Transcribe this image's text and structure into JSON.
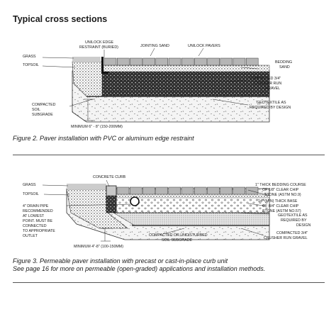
{
  "page": {
    "title": "Typical cross sections"
  },
  "figure2": {
    "caption": "Figure 2. Paver installation with PVC or aluminum edge restraint",
    "labels": {
      "grass": "GRASS",
      "topsoil": "TOPSOIL",
      "edge_restraint_1": "UNILOCK EDGE",
      "edge_restraint_2": "RESTRAINT (BURIED)",
      "jointing_sand": "JOINTING SAND",
      "pavers": "UNILOCK PAVERS",
      "bedding_1": "BEDDING",
      "bedding_2": "SAND",
      "gravel_1": "COMPACTED 3/4\"",
      "gravel_2": "CRUSHER RUN",
      "gravel_3": "GRAVEL",
      "subgrade_1": "COMPACTED",
      "subgrade_2": "SOIL",
      "subgrade_3": "SUBGRADE",
      "geotextile_1": "GEOTEXTILE AS",
      "geotextile_2": "REQUIRED BY DESIGN",
      "minimum": "MINIMUM 6\" - 8\" (150-200MM)"
    }
  },
  "figure3": {
    "caption": "Figure 3. Permeable paver installation with precast or cast-in-place curb unit",
    "note": "See page 16 for more on permeable (open-graded) applications and installation methods.",
    "labels": {
      "curb": "CONCRETE CURB",
      "grass": "GRASS",
      "topsoil": "TOPSOIL",
      "drain_1": "4\" DRAIN PIPE",
      "drain_2": "RECOMMENDED",
      "drain_3": "AT LOWEST",
      "drain_4": "POINT. MUST BE",
      "drain_5": "CONNECTED",
      "drain_6": "TO APPROPRIATE",
      "drain_7": "OUTLET",
      "bedding_1": "1\" THICK BEDDING COURSE",
      "bedding_2": "OF 1/8\" CLEAR CHIP",
      "bedding_3": "STONE (ASTM NO.9)",
      "base_1": "14\" (MIN) THICK BASE",
      "base_2": "OF 3/4\" CLEAR CHIP",
      "base_3": "STONE (ASTM NO.57)",
      "geotextile_1": "GEOTEXTILE AS",
      "geotextile_2": "REQUIRED BY",
      "geotextile_3": "DESIGN",
      "gravel_1": "COMPACTED 3/4\"",
      "gravel_2": "CRUSHER RUN GRAVEL",
      "subgrade_1": "COMPACTED OR UNDISTURBED",
      "subgrade_2": "SOIL SUBGRADE",
      "minimum": "MINIMUM 4\"-8\" (100-150MM)"
    }
  },
  "colors": {
    "ink": "#1a1a1a",
    "paver": "#b5b5b5",
    "gravel_dark": "#2b2b2b",
    "subgrade": "#f2f2f2"
  }
}
